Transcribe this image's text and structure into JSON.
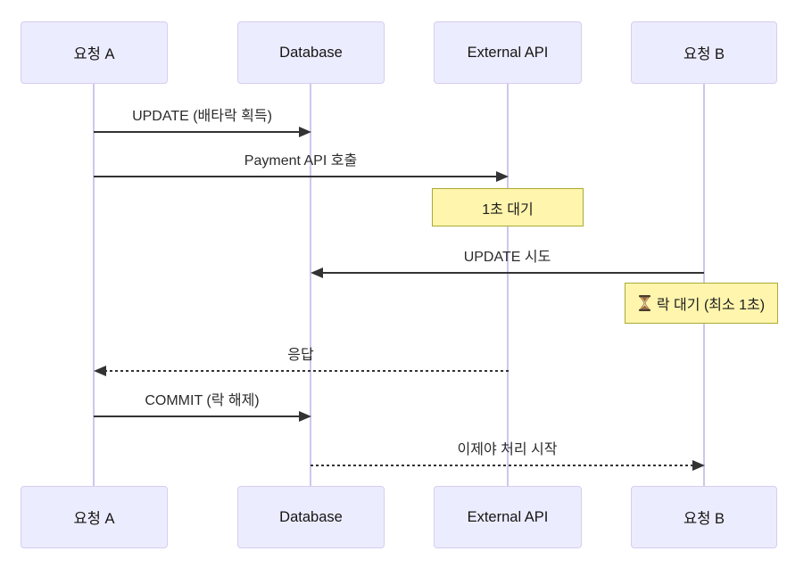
{
  "diagram": {
    "type": "sequence-diagram",
    "actors": [
      {
        "id": "request-a",
        "label": "요청 A"
      },
      {
        "id": "database",
        "label": "Database"
      },
      {
        "id": "external-api",
        "label": "External API"
      },
      {
        "id": "request-b",
        "label": "요청 B"
      }
    ],
    "messages": [
      {
        "label": "UPDATE (배타락 획득)",
        "from": "요청 A",
        "to": "Database",
        "style": "solid"
      },
      {
        "label": "Payment API 호출",
        "from": "요청 A",
        "to": "External API",
        "style": "solid"
      },
      {
        "label": "UPDATE 시도",
        "from": "요청 B",
        "to": "Database",
        "style": "solid"
      },
      {
        "label": "응답",
        "from": "External API",
        "to": "요청 A",
        "style": "dashed"
      },
      {
        "label": "COMMIT (락 해제)",
        "from": "요청 A",
        "to": "Database",
        "style": "solid"
      },
      {
        "label": "이제야 처리 시작",
        "from": "Database",
        "to": "요청 B",
        "style": "dashed"
      }
    ],
    "notes": [
      {
        "label": "1초 대기",
        "over": "External API",
        "icon": null
      },
      {
        "label": "락 대기 (최소 1초)",
        "over": "요청 B",
        "icon": "hourglass-icon"
      }
    ],
    "colors": {
      "actor_fill": "#ececff",
      "actor_border": "#d6cdf0",
      "lifeline": "#cfc6ec",
      "arrow": "#333333",
      "note_fill": "#fff5ad",
      "note_border": "#aaaa33",
      "text": "#222222"
    }
  }
}
